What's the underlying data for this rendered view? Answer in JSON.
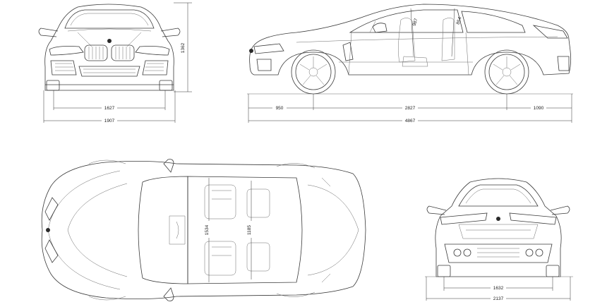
{
  "dimensions": {
    "front_view": {
      "height": "1362",
      "track": "1627",
      "width": "1907"
    },
    "side_view": {
      "front_overhang": "950",
      "wheelbase": "2827",
      "rear_overhang": "1090",
      "length": "4867",
      "front_headroom": "987",
      "rear_headroom": "854"
    },
    "top_view": {
      "front_shoulder": "1534",
      "rear_shoulder": "1185"
    },
    "rear_view": {
      "track": "1632",
      "width": "2137"
    }
  }
}
